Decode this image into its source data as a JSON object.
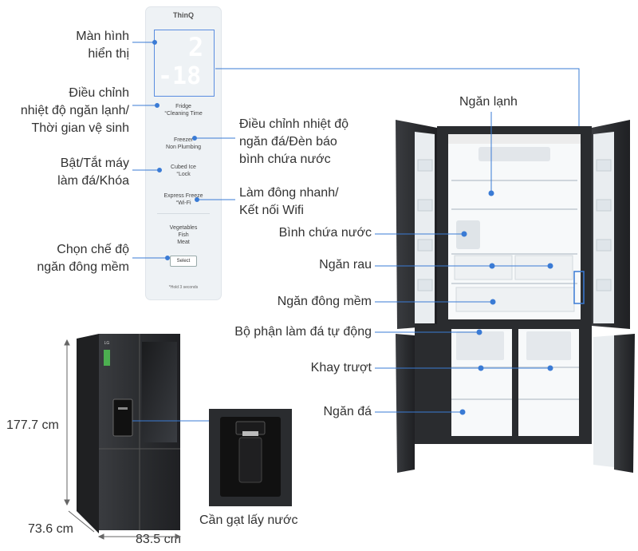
{
  "panel": {
    "brand": "ThinQ",
    "display_top": "2",
    "display_bottom": "-18",
    "buttons": [
      {
        "text": "Fridge\n°Cleaning Time"
      },
      {
        "text": "Freezer\nNon Plumbing"
      },
      {
        "text": "Cubed Ice\n°Lock"
      },
      {
        "text": "Express Freeze\n°Wi-Fi"
      },
      {
        "text": "Vegetables\nFish\nMeat"
      }
    ],
    "select_label": "Select",
    "hint": "*Hold 3 seconds"
  },
  "left_labels": {
    "display": "Màn hình\nhiển thị",
    "fridge_temp": "Điều chỉnh\nnhiệt độ ngăn lạnh/\nThời gian vệ sinh",
    "ice_toggle": "Bật/Tắt máy\nlàm đá/Khóa",
    "soft_freeze_mode": "Chọn chế độ\nngăn đông mềm"
  },
  "middle_labels": {
    "freezer_temp": "Điều chỉnh nhiệt độ\nngăn đá/Đèn báo\nbình chứa nước",
    "express": "Làm đông nhanh/\nKết nối Wifi"
  },
  "fridge_labels": {
    "fridge": "Ngăn lạnh",
    "water_tank": "Bình chứa nước",
    "veg": "Ngăn rau",
    "soft_freeze": "Ngăn đông mềm",
    "ice_maker": "Bộ phận làm đá tự động",
    "tray": "Khay trượt",
    "freezer": "Ngăn đá"
  },
  "dimensions": {
    "height": "177.7 cm",
    "depth": "73.6 cm",
    "width": "83.5 cm"
  },
  "dispenser_caption": "Cần gạt lấy nước",
  "colors": {
    "accent": "#3a7bd5",
    "fridge_body": "#2e3033",
    "inner": "#f4f6f8"
  }
}
